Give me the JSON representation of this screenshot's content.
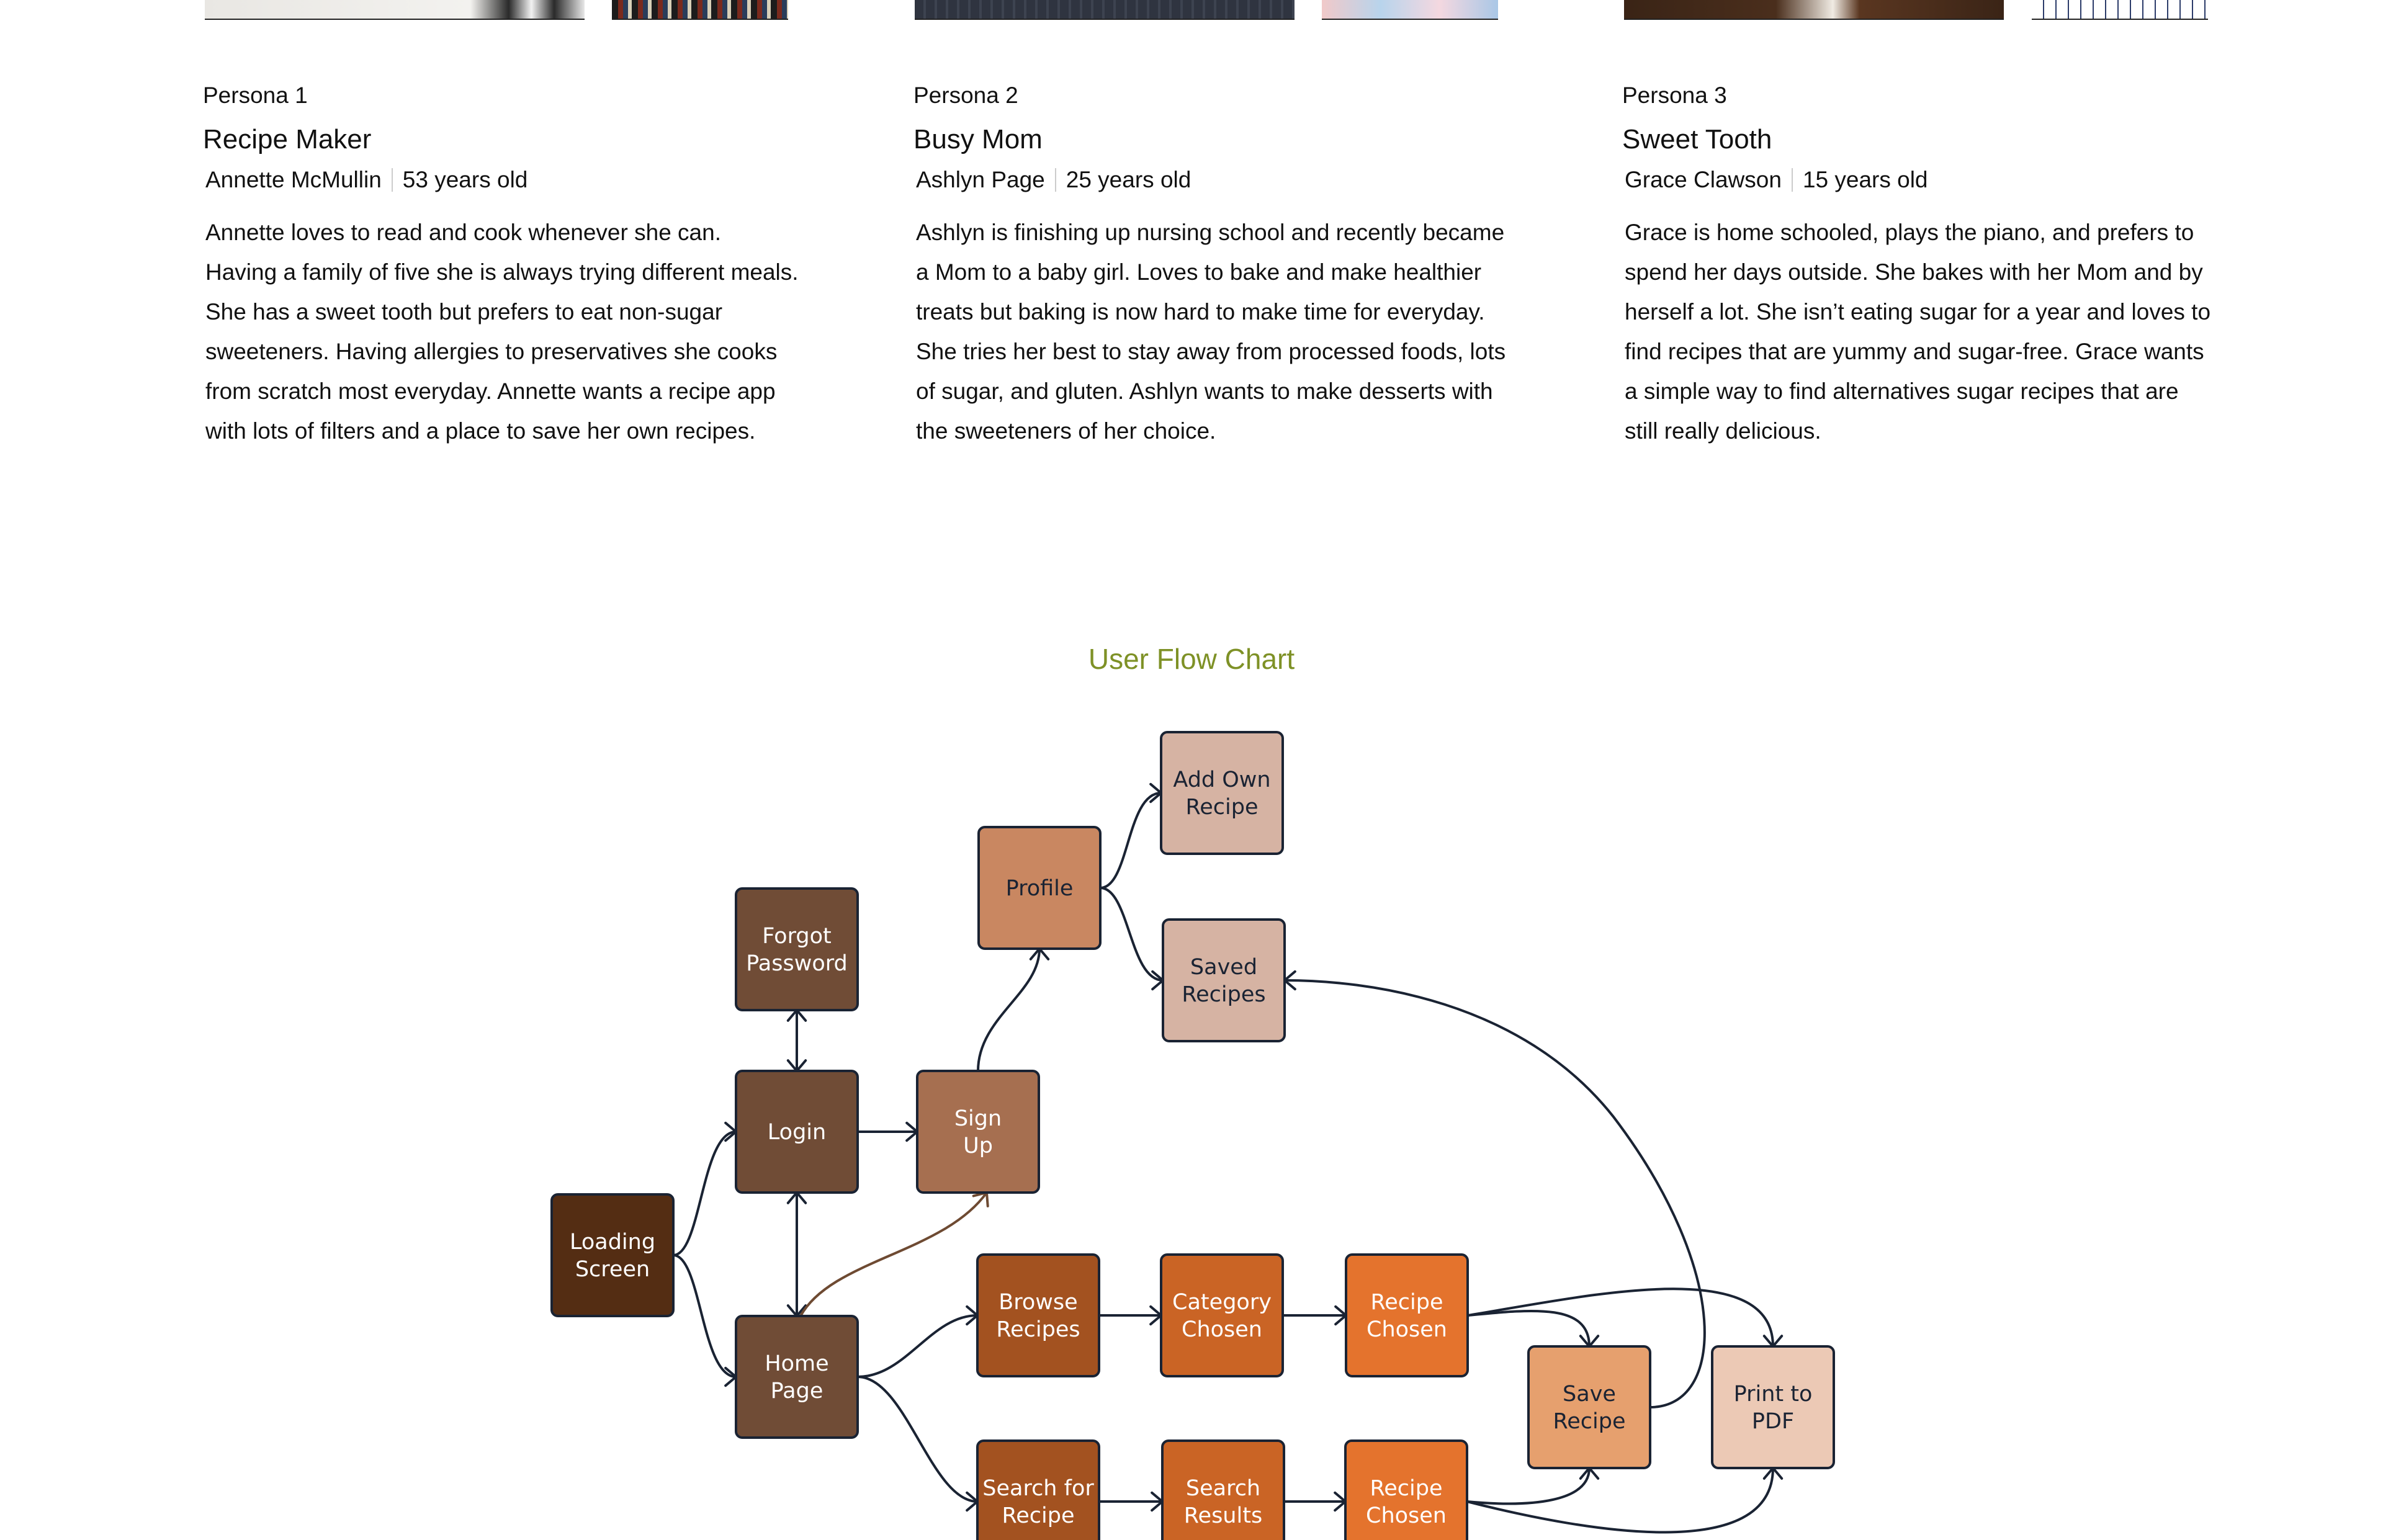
{
  "personas": [
    {
      "number": "Persona 1",
      "title": "Recipe Maker",
      "name": "Annette McMullin",
      "age": "53 years old",
      "description": "Annette loves to read and cook whenever she can. Having a family of five she is always trying different meals. She has a sweet tooth but prefers to eat non-sugar sweeteners. Having allergies to preservatives she cooks from scratch most everyday. Annette wants a recipe app with lots of filters and a place to save her own recipes."
    },
    {
      "number": "Persona 2",
      "title": "Busy Mom",
      "name": "Ashlyn Page",
      "age": "25 years old",
      "description": "Ashlyn is finishing up nursing school and recently became a Mom to a baby girl. Loves to bake and make healthier treats but baking is now hard to make time for everyday. She tries her best to stay away from processed foods, lots of sugar, and gluten. Ashlyn wants to make desserts with the sweeteners of her choice."
    },
    {
      "number": "Persona 3",
      "title": "Sweet Tooth",
      "name": "Grace Clawson",
      "age": "15 years old",
      "description": "Grace is home schooled, plays the piano, and prefers to spend her days outside. She bakes with her Mom and by herself a lot. She isn’t eating sugar for a year and loves to find recipes that are yummy and sugar-free.  Grace wants a simple way to find alternatives sugar recipes that are still really delicious."
    }
  ],
  "flow": {
    "title": "User Flow Chart",
    "colors": {
      "loading": "#542d13",
      "core": "#704c36",
      "signup": "#a66f50",
      "profile": "#c98761",
      "profile_child": "#d6b3a3",
      "level1": "#a35220",
      "level2": "#ca6425",
      "level3": "#e4732d",
      "save": "#e6a06e",
      "print": "#ecc9b5",
      "line": "#1a2333",
      "signup_link": "#6e4a32"
    },
    "nodes": {
      "loading": [
        "Loading",
        "Screen"
      ],
      "login": [
        "Login"
      ],
      "forgot": [
        "Forgot",
        "Password"
      ],
      "signup": [
        "Sign",
        "Up"
      ],
      "profile": [
        "Profile"
      ],
      "add_own": [
        "Add Own",
        "Recipe"
      ],
      "saved": [
        "Saved",
        "Recipes"
      ],
      "home": [
        "Home",
        "Page"
      ],
      "browse": [
        "Browse",
        "Recipes"
      ],
      "category": [
        "Category",
        "Chosen"
      ],
      "recipe_chosen_1": [
        "Recipe",
        "Chosen"
      ],
      "search": [
        "Search for",
        "Recipe"
      ],
      "search_results": [
        "Search",
        "Results"
      ],
      "recipe_chosen_2": [
        "Recipe",
        "Chosen"
      ],
      "save_recipe": [
        "Save",
        "Recipe"
      ],
      "print_pdf": [
        "Print to",
        "PDF"
      ]
    }
  }
}
